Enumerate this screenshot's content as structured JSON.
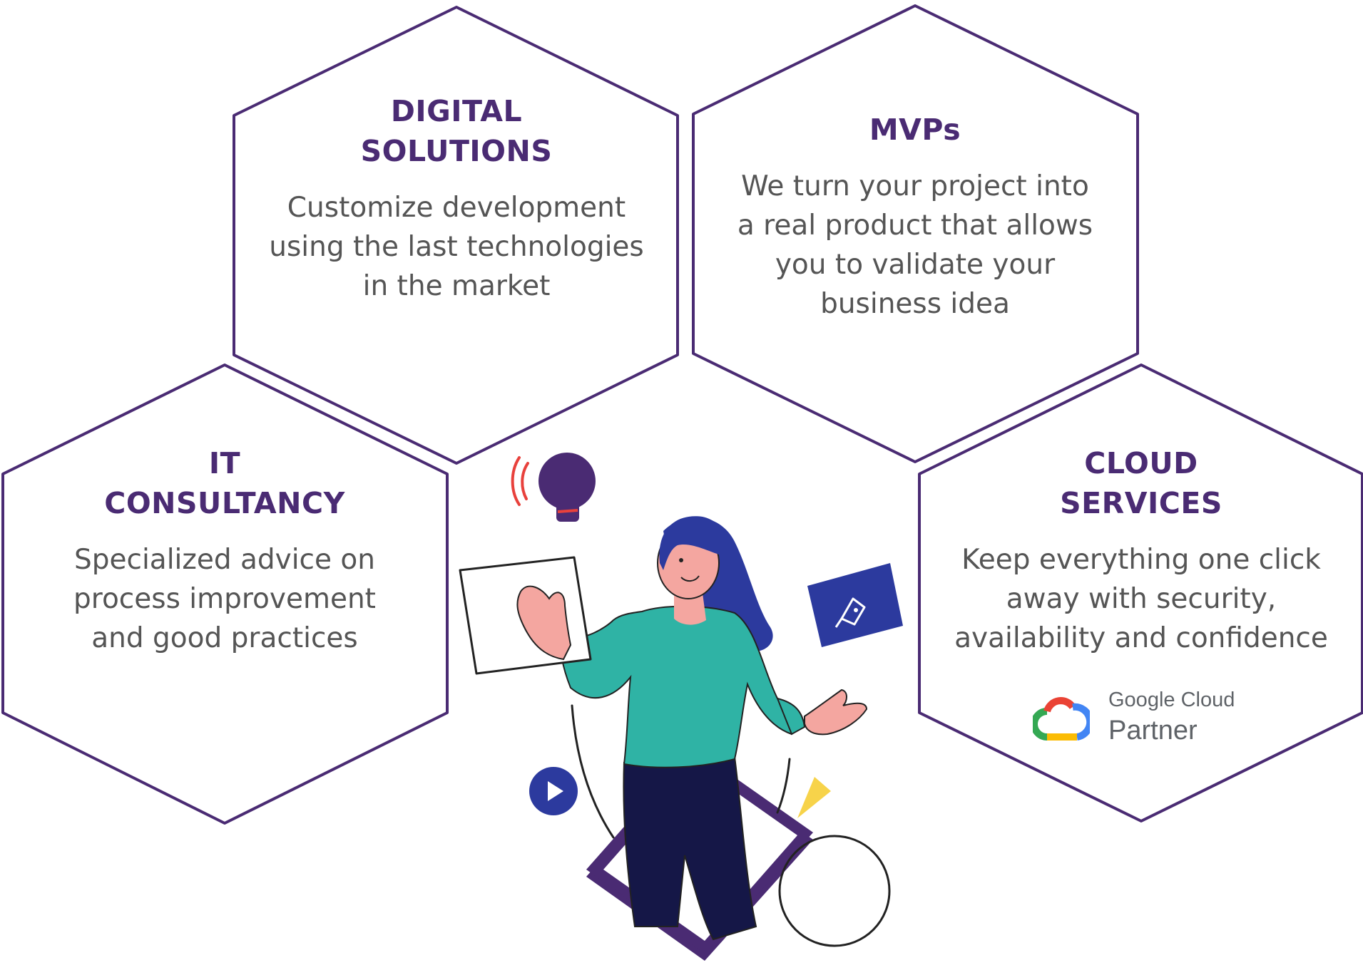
{
  "colors": {
    "hex_border": "#4a2b73",
    "title": "#4a2b73",
    "description": "#555555",
    "skin": "#f4a6a0",
    "sweater": "#2fb3a5",
    "hair": "#2c3a9e",
    "pants": "#151747",
    "platform": "#4a2b73",
    "accent_blue": "#2c3a9e",
    "accent_yellow": "#f7d34a",
    "accent_red": "#e8413c"
  },
  "hexagons": [
    {
      "id": "digital-solutions",
      "title": [
        "DIGITAL",
        "SOLUTIONS"
      ],
      "description": [
        "Customize development",
        "using the last technologies",
        "in the market"
      ]
    },
    {
      "id": "mvps",
      "title": [
        "MVPs"
      ],
      "description": [
        "We turn your project into",
        "a real product that allows",
        "you to validate your",
        "business idea"
      ]
    },
    {
      "id": "it-consultancy",
      "title": [
        "IT",
        "CONSULTANCY"
      ],
      "description": [
        "Specialized advice on",
        "process improvement",
        "and good practices"
      ]
    },
    {
      "id": "cloud-services",
      "title": [
        "CLOUD",
        "SERVICES"
      ],
      "description": [
        "Keep everything one click",
        "away with security,",
        "availability and confidence"
      ]
    }
  ],
  "partner": {
    "line1": "Google Cloud",
    "line2": "Partner",
    "logo_icon": "google-cloud-logo-icon"
  },
  "illustration": {
    "icons": [
      "lightbulb-icon",
      "tablet-icon",
      "pen-tool-icon",
      "play-icon",
      "sparkle-icon",
      "circle-icon"
    ]
  }
}
